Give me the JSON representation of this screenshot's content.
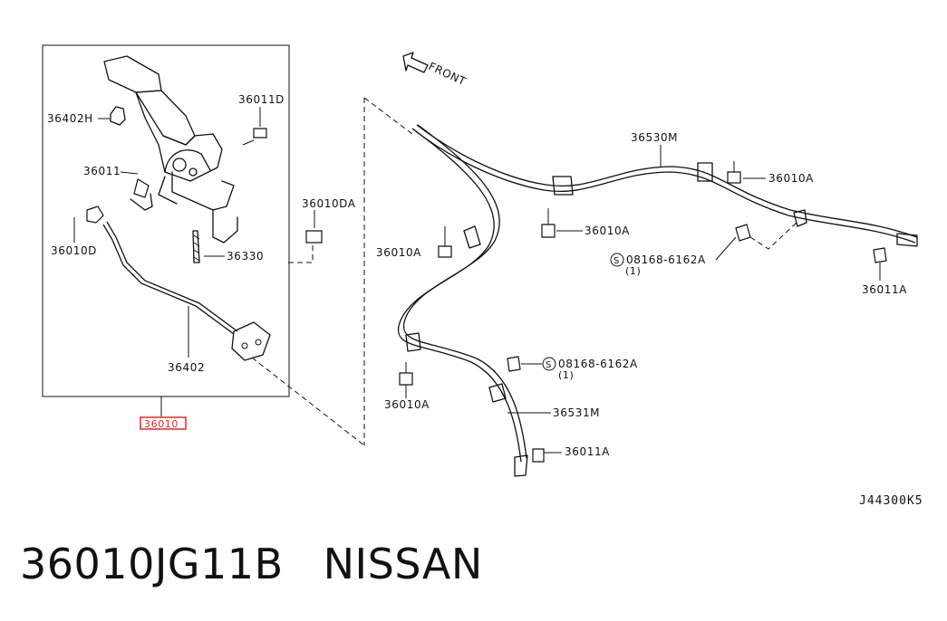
{
  "labels": {
    "front": "FRONT",
    "p36402H": "36402H",
    "p36011D": "36011D",
    "p36011": "36011",
    "p36010D": "36010D",
    "p36330": "36330",
    "p36402": "36402",
    "p36010DA": "36010DA",
    "p36010_red": "36010",
    "p36530M": "36530M",
    "p36010A_1": "36010A",
    "p36010A_2": "36010A",
    "p36010A_3": "36010A",
    "p36010A_4": "36010A",
    "bolt1_code": "08168-6162A",
    "bolt1_qty": "(1)",
    "bolt2_code": "08168-6162A",
    "bolt2_qty": "(1)",
    "p36011A_1": "36011A",
    "p36011A_2": "36011A",
    "p36531M": "36531M",
    "ref_code": "J44300K5",
    "s_mark_1": "S",
    "s_mark_2": "S"
  },
  "footer": {
    "part_number": "36010JG11B",
    "brand": "NISSAN"
  },
  "colors": {
    "highlight": "#e5262a",
    "ink": "#111111"
  }
}
